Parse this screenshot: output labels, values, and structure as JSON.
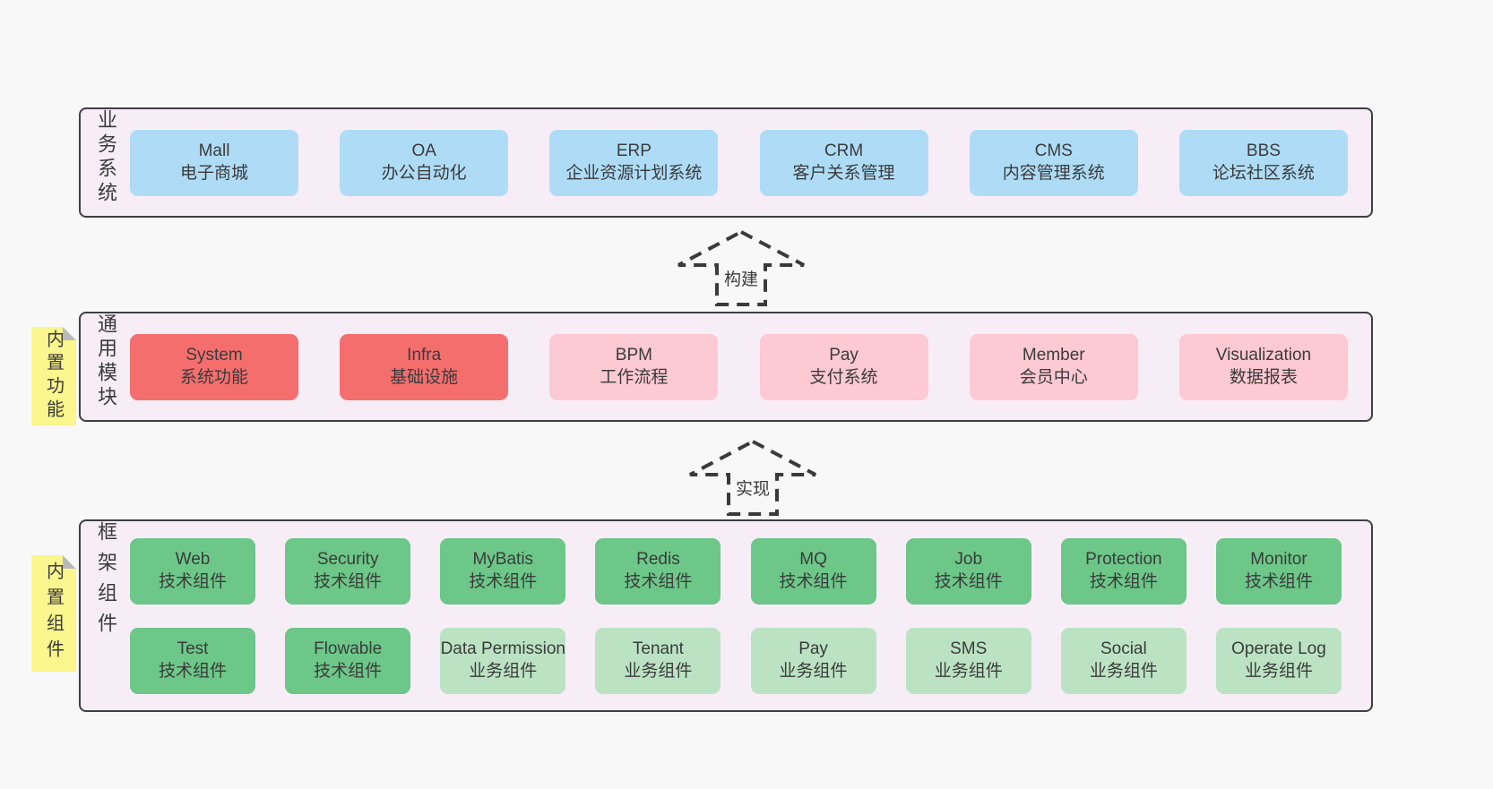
{
  "colors": {
    "page_bg": "#f8f8f8",
    "panel_bg": "#f7edf6",
    "panel_border": "#3f3f42",
    "blue_box": "#aedcf7",
    "red_box": "#f56e6e",
    "pink_box": "#fdc9d3",
    "green_box": "#6cc788",
    "light_green_box": "#bbe3c3",
    "sticky_yellow": "#fbf68d",
    "sticky_fold_gray": "#b9bab9",
    "text": "#3b3b3b"
  },
  "arrows": [
    {
      "label": "构建"
    },
    {
      "label": "实现"
    }
  ],
  "layers": [
    {
      "label": "业务系统",
      "rows": [
        [
          {
            "en": "Mall",
            "zh": "电子商城",
            "variant": "blue"
          },
          {
            "en": "OA",
            "zh": "办公自动化",
            "variant": "blue"
          },
          {
            "en": "ERP",
            "zh": "企业资源计划系统",
            "variant": "blue"
          },
          {
            "en": "CRM",
            "zh": "客户关系管理",
            "variant": "blue"
          },
          {
            "en": "CMS",
            "zh": "内容管理系统",
            "variant": "blue"
          },
          {
            "en": "BBS",
            "zh": "论坛社区系统",
            "variant": "blue"
          }
        ]
      ]
    },
    {
      "label": "通用模块",
      "sticky": "内置功能",
      "rows": [
        [
          {
            "en": "System",
            "zh": "系统功能",
            "variant": "red"
          },
          {
            "en": "Infra",
            "zh": "基础设施",
            "variant": "red"
          },
          {
            "en": "BPM",
            "zh": "工作流程",
            "variant": "pink"
          },
          {
            "en": "Pay",
            "zh": "支付系统",
            "variant": "pink"
          },
          {
            "en": "Member",
            "zh": "会员中心",
            "variant": "pink"
          },
          {
            "en": "Visualization",
            "zh": "数据报表",
            "variant": "pink"
          }
        ]
      ]
    },
    {
      "label": "框架组件",
      "sticky": "内置组件",
      "rows": [
        [
          {
            "en": "Web",
            "zh": "技术组件",
            "variant": "green"
          },
          {
            "en": "Security",
            "zh": "技术组件",
            "variant": "green"
          },
          {
            "en": "MyBatis",
            "zh": "技术组件",
            "variant": "green"
          },
          {
            "en": "Redis",
            "zh": "技术组件",
            "variant": "green"
          },
          {
            "en": "MQ",
            "zh": "技术组件",
            "variant": "green"
          },
          {
            "en": "Job",
            "zh": "技术组件",
            "variant": "green"
          },
          {
            "en": "Protection",
            "zh": "技术组件",
            "variant": "green"
          },
          {
            "en": "Monitor",
            "zh": "技术组件",
            "variant": "green"
          }
        ],
        [
          {
            "en": "Test",
            "zh": "技术组件",
            "variant": "green"
          },
          {
            "en": "Flowable",
            "zh": "技术组件",
            "variant": "green"
          },
          {
            "en": "Data Permission",
            "zh": "业务组件",
            "variant": "lightgreen"
          },
          {
            "en": "Tenant",
            "zh": "业务组件",
            "variant": "lightgreen"
          },
          {
            "en": "Pay",
            "zh": "业务组件",
            "variant": "lightgreen"
          },
          {
            "en": "SMS",
            "zh": "业务组件",
            "variant": "lightgreen"
          },
          {
            "en": "Social",
            "zh": "业务组件",
            "variant": "lightgreen"
          },
          {
            "en": "Operate Log",
            "zh": "业务组件",
            "variant": "lightgreen"
          }
        ]
      ]
    }
  ]
}
